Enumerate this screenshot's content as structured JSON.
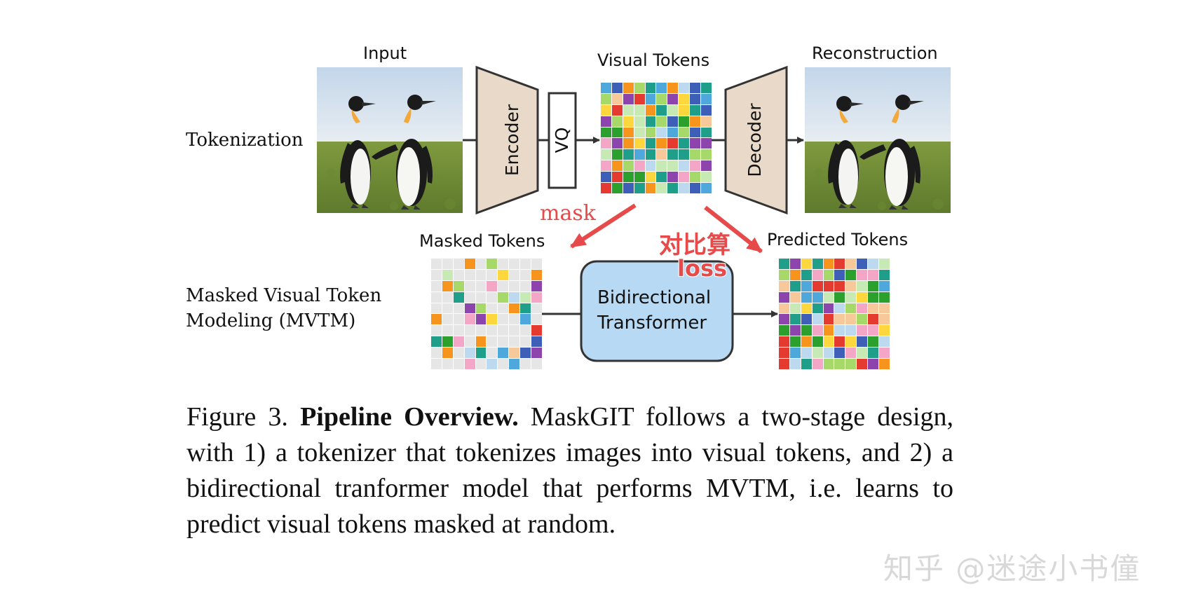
{
  "figure": {
    "labels": {
      "input": "Input",
      "visual_tokens": "Visual Tokens",
      "reconstruction": "Reconstruction",
      "masked_tokens": "Masked Tokens",
      "predicted_tokens": "Predicted Tokens"
    },
    "row_labels": {
      "tokenization": "Tokenization",
      "mvtm_line1": "Masked Visual Token",
      "mvtm_line2": "Modeling (MVTM)"
    },
    "blocks": {
      "encoder": "Encoder",
      "vq": "VQ",
      "decoder": "Decoder",
      "transformer_line1": "Bidirectional",
      "transformer_line2": "Transformer"
    },
    "annotations": {
      "mask": "mask",
      "contrast_loss_line1": "对比算",
      "contrast_loss_line2": "loss"
    },
    "colors": {
      "block_fill": "#e9d9c8",
      "transformer_fill": "#b7d9f3",
      "annotation_red": "#e64a4a",
      "token_palette": [
        "#e43a2f",
        "#f7941d",
        "#fdd73d",
        "#a6d96a",
        "#2ca02c",
        "#1f9e89",
        "#4fa8dc",
        "#3d5fb7",
        "#8e44ad",
        "#f4a6c6",
        "#f6c89a",
        "#bcd9f0",
        "#c7e9b4"
      ],
      "masked_cell": "#e6e6e6"
    },
    "icons": [
      "penguin-photo",
      "arrow-right-icon",
      "red-arrow-icon"
    ]
  },
  "caption": {
    "prefix": "Figure 3.",
    "title": "Pipeline Overview.",
    "body": "MaskGIT follows a two-stage design, with 1) a tokenizer that tokenizes images into visual tokens, and 2) a bidirectional tranformer model that performs MVTM, i.e. learns to predict visual tokens masked at random."
  },
  "watermark": {
    "text": "知乎 @迷途小书僮"
  }
}
